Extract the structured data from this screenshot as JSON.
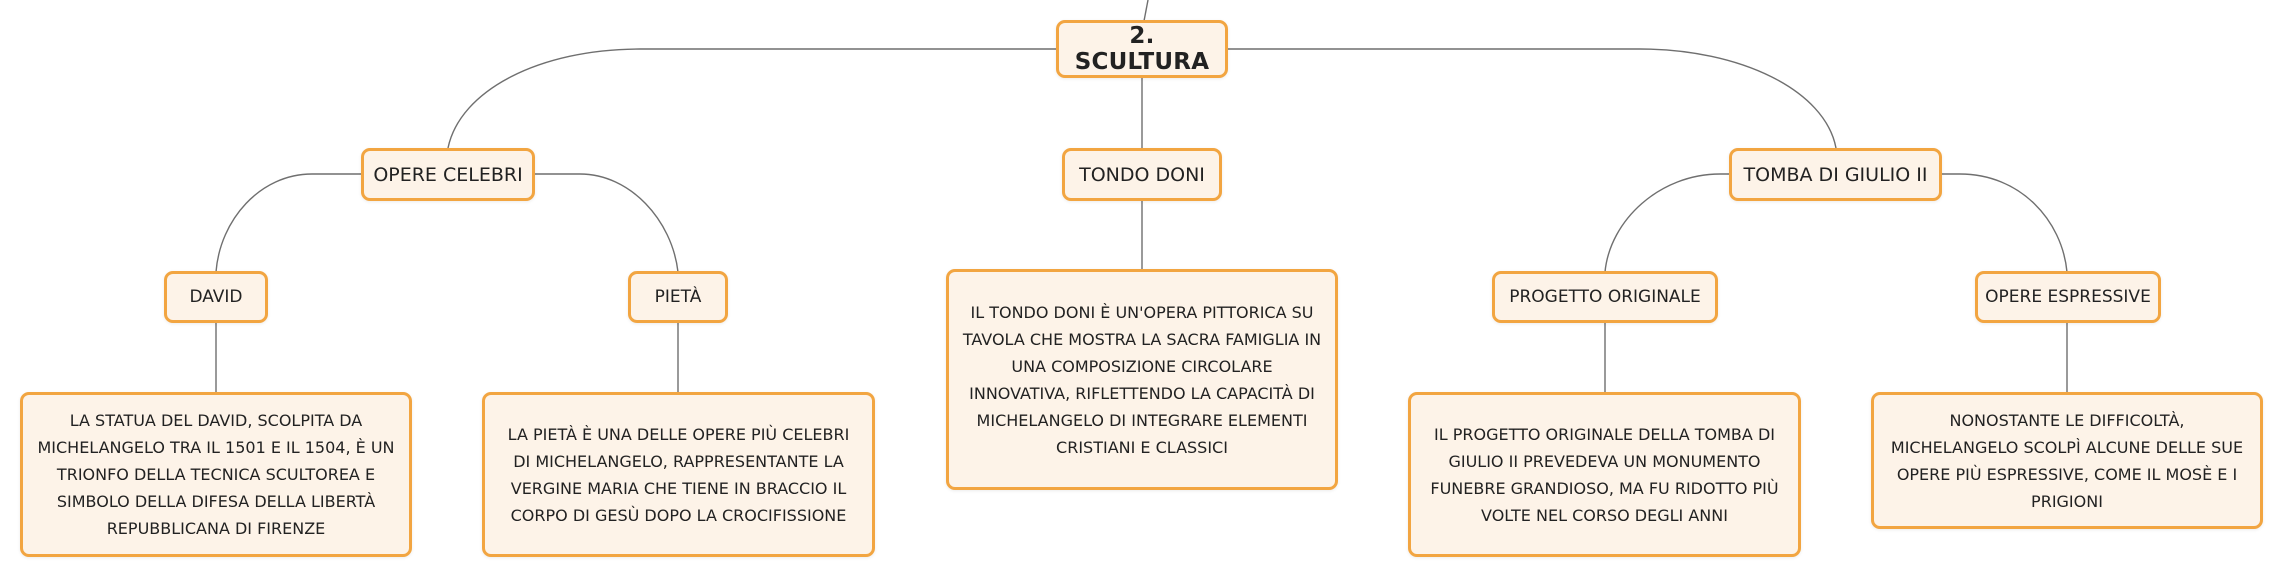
{
  "colors": {
    "node_fill": "#fdf3e8",
    "node_border": "#f2a541",
    "connector": "#6f6f6f",
    "text": "#222222"
  },
  "root": {
    "label": "2. SCULTURA"
  },
  "branches": {
    "opere_celebri": {
      "label": "OPERE CELEBRI",
      "children": {
        "david": {
          "label": "DAVID",
          "text": "LA STATUA DEL DAVID, SCOLPITA DA MICHELANGELO TRA IL 1501 E IL 1504, È UN TRIONFO DELLA TECNICA SCULTOREA E SIMBOLO DELLA DIFESA DELLA LIBERTÀ REPUBBLICANA DI FIRENZE"
        },
        "pieta": {
          "label": "PIETÀ",
          "text": "LA PIETÀ È UNA DELLE OPERE PIÙ CELEBRI DI MICHELANGELO, RAPPRESENTANTE LA VERGINE MARIA CHE TIENE IN BRACCIO IL CORPO DI GESÙ DOPO LA CROCIFISSIONE"
        }
      }
    },
    "tondo_doni": {
      "label": "TONDO DONI",
      "text": "IL TONDO DONI È UN'OPERA PITTORICA SU TAVOLA CHE MOSTRA LA SACRA FAMIGLIA IN UNA COMPOSIZIONE CIRCOLARE INNOVATIVA, RIFLETTENDO LA CAPACITÀ DI MICHELANGELO DI INTEGRARE ELEMENTI CRISTIANI E CLASSICI"
    },
    "tomba_giulio": {
      "label": "TOMBA DI GIULIO II",
      "children": {
        "progetto": {
          "label": "PROGETTO ORIGINALE",
          "text": "IL PROGETTO ORIGINALE DELLA TOMBA DI GIULIO II PREVEDEVA UN MONUMENTO FUNEBRE GRANDIOSO, MA FU RIDOTTO PIÙ VOLTE NEL CORSO DEGLI ANNI"
        },
        "espressive": {
          "label": "OPERE ESPRESSIVE",
          "text": "NONOSTANTE LE DIFFICOLTÀ, MICHELANGELO SCOLPÌ ALCUNE DELLE SUE OPERE PIÙ ESPRESSIVE, COME IL MOSÈ E I PRIGIONI"
        }
      }
    }
  }
}
